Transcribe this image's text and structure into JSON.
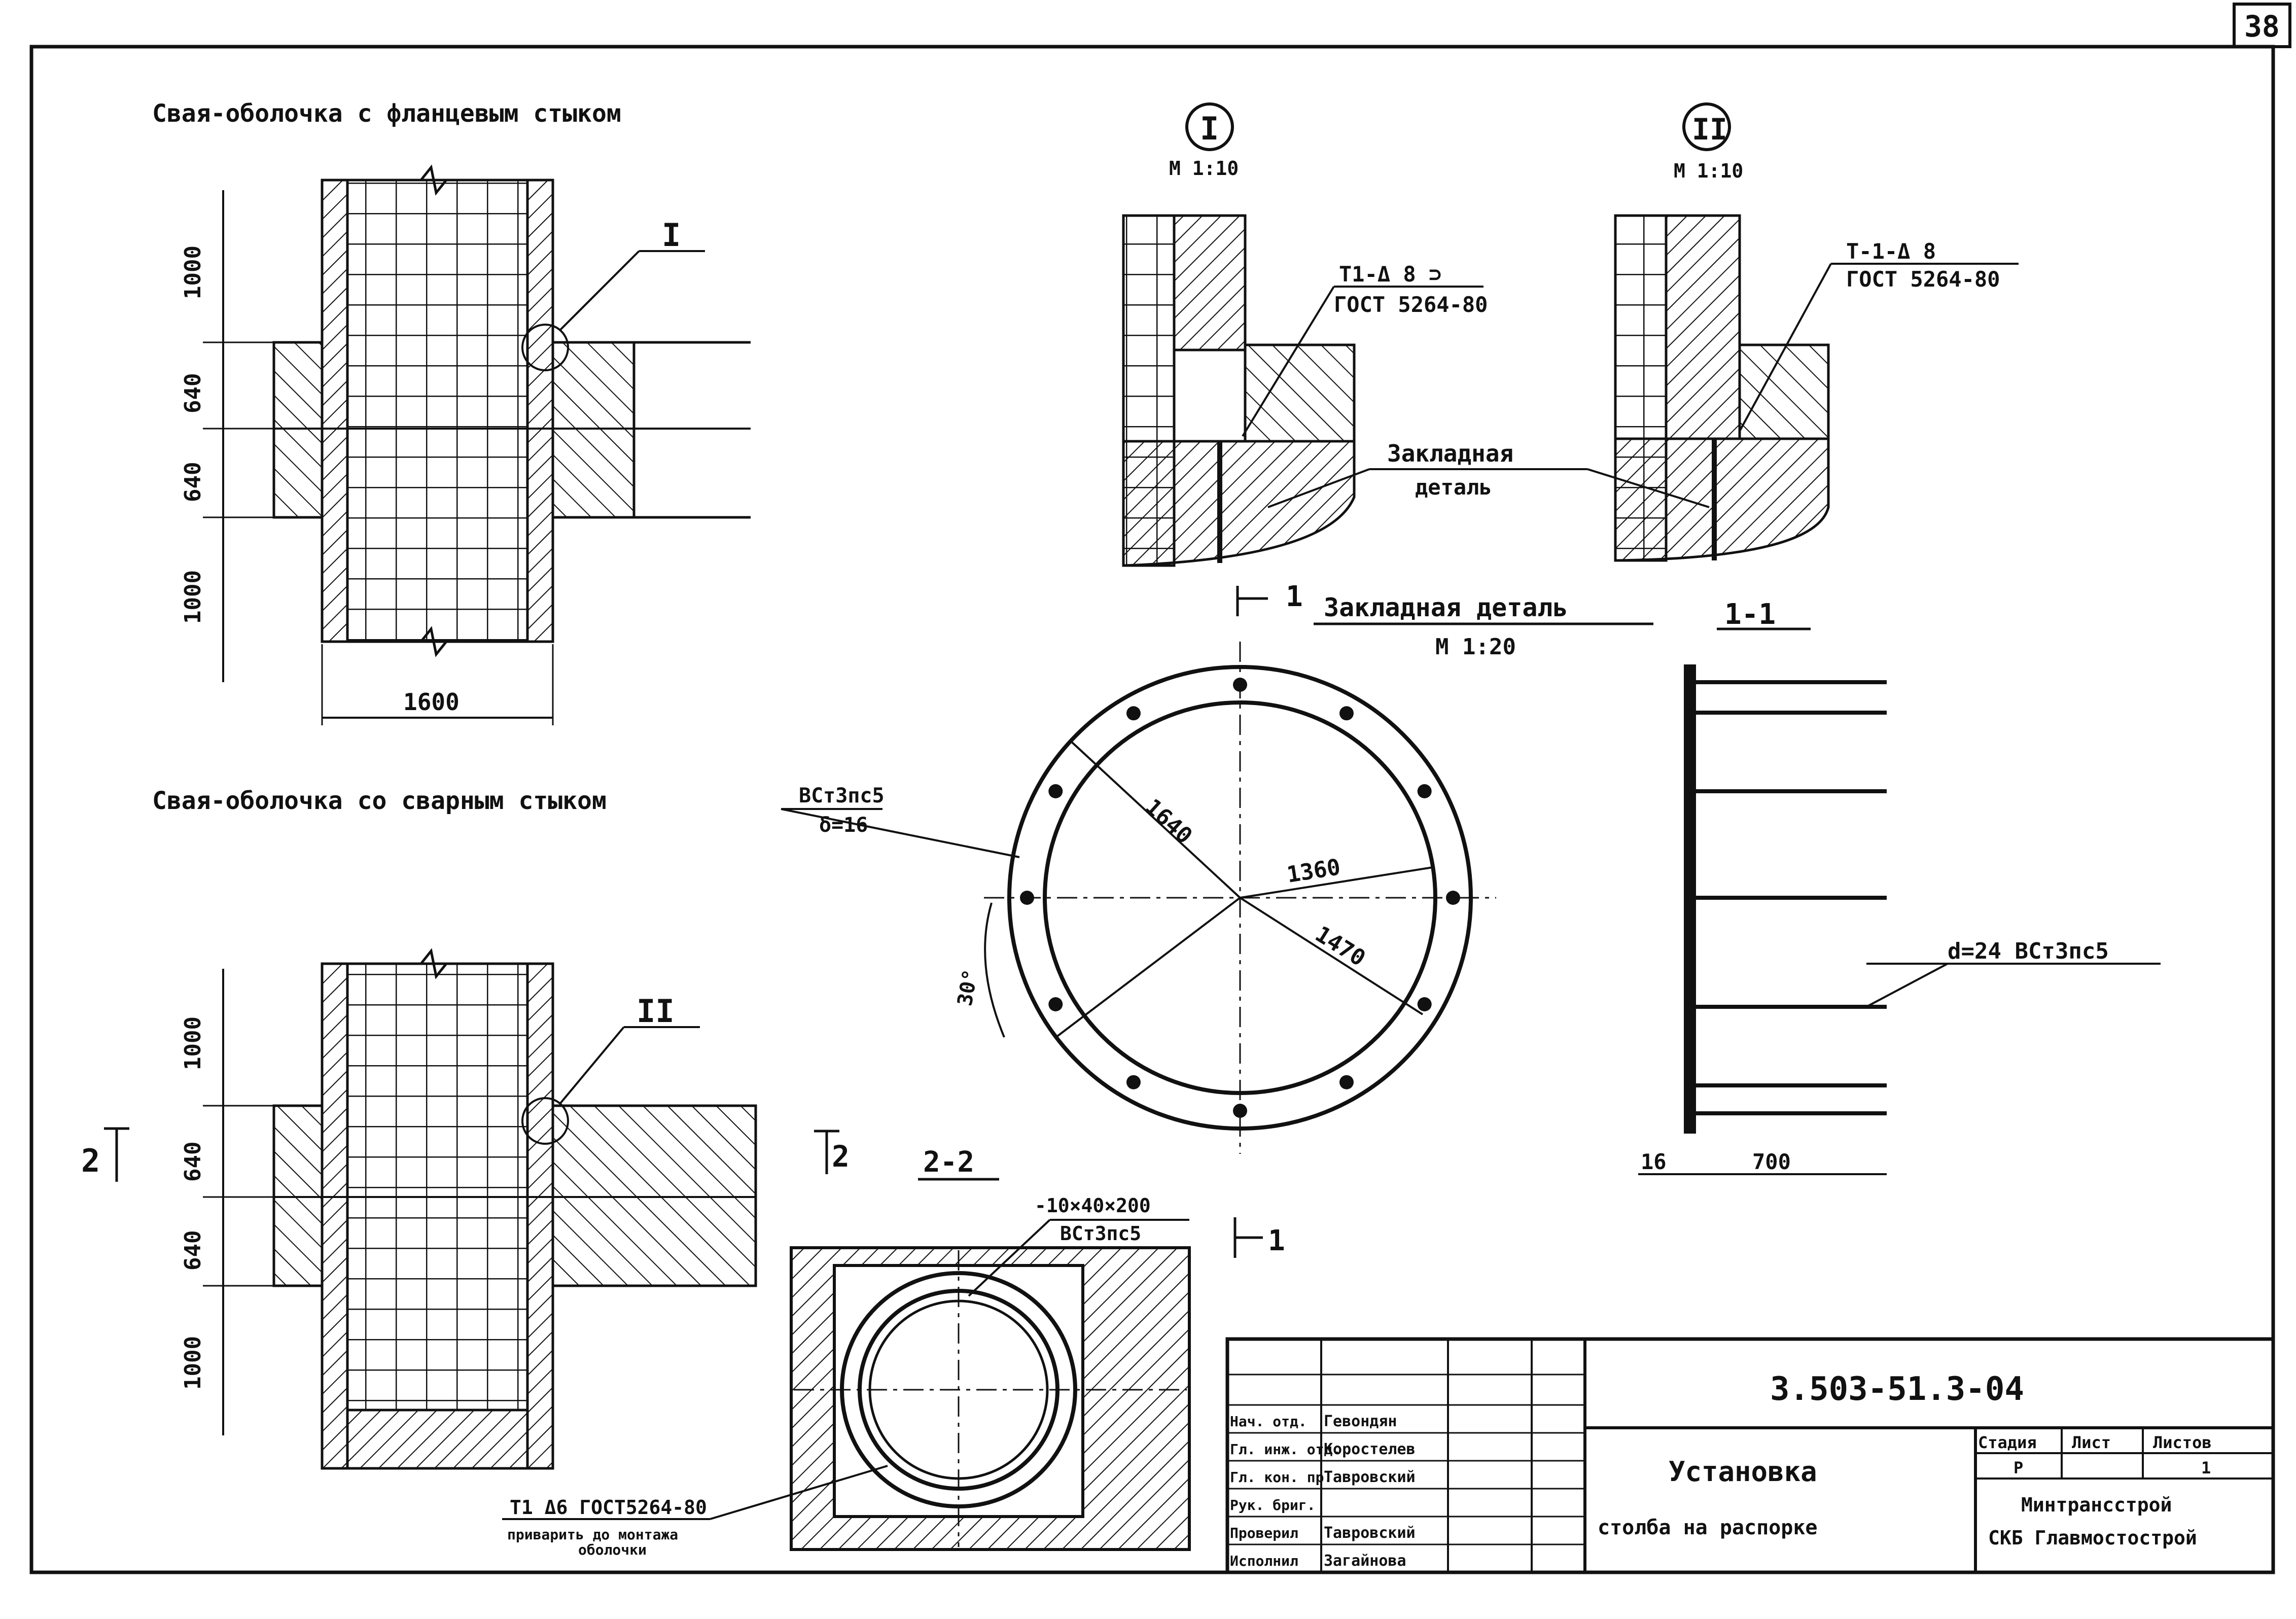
{
  "sheet_number": "38",
  "top_left": {
    "title": "Свая-оболочка с фланцевым стыком",
    "dim_1000_top": "1000",
    "dim_640_a": "640",
    "dim_640_b": "640",
    "dim_1000_bottom": "1000",
    "dim_width": "1600",
    "detail_ref": "I"
  },
  "bottom_left": {
    "title": "Свая-оболочка со сварным стыком",
    "dim_1000_top": "1000",
    "dim_640_a": "640",
    "dim_640_b": "640",
    "dim_1000_bottom": "1000",
    "detail_ref": "II",
    "section_mark": "2"
  },
  "detail_I": {
    "marker": "I",
    "scale": "М 1:10",
    "weld_note_1": "Т1-Δ 8 ⊃",
    "weld_note_2": "ГОСТ 5264-80"
  },
  "detail_II": {
    "marker": "II",
    "scale": "М 1:10",
    "weld_note_1": "Т-1-Δ 8",
    "weld_note_2": "ГОСТ 5264-80"
  },
  "embedded_label": {
    "line1": "Закладная",
    "line2": "деталь"
  },
  "plate": {
    "title": "Закладная деталь",
    "scale": "М 1:20",
    "section_mark": "1",
    "material_1": "ВСт3пс5",
    "material_2": "δ=16",
    "dim_1640": "1640",
    "dim_1360": "1360",
    "dim_1470": "1470",
    "angle": "30°"
  },
  "section_1_1": {
    "title": "1-1",
    "rod_note": "d=24  ВСт3пс5",
    "dim_16": "16",
    "dim_700": "700"
  },
  "section_2_2": {
    "title": "2-2",
    "section_mark": "2",
    "cut_mark": "1",
    "plate_note_1": "-10×40×200",
    "plate_note_2": "ВСт3пс5",
    "weld_note_1": "Т1 Δ6 ГОСТ5264-80",
    "weld_note_2": "приварить до монтажа",
    "weld_note_3": "оболочки"
  },
  "title_block": {
    "code": "3.503-51.3-04",
    "name_1": "Установка",
    "name_2": "столба на распорке",
    "stage_hdr": "Стадия",
    "sheet_hdr": "Лист",
    "sheets_hdr": "Листов",
    "stage": "Р",
    "sheet": "",
    "sheets": "1",
    "org_1": "Минтрансстрой",
    "org_2": "СКБ Главмостострой",
    "rows": [
      {
        "role": "Нач. отд.",
        "name": "Гевондян"
      },
      {
        "role": "Гл. инж. отд.",
        "name": "Коростелев"
      },
      {
        "role": "Гл. кон. пр.",
        "name": "Тавровский"
      },
      {
        "role": "Рук. бриг.",
        "name": ""
      },
      {
        "role": "Проверил",
        "name": "Тавровский"
      },
      {
        "role": "Исполнил",
        "name": "Загайнова"
      }
    ]
  }
}
